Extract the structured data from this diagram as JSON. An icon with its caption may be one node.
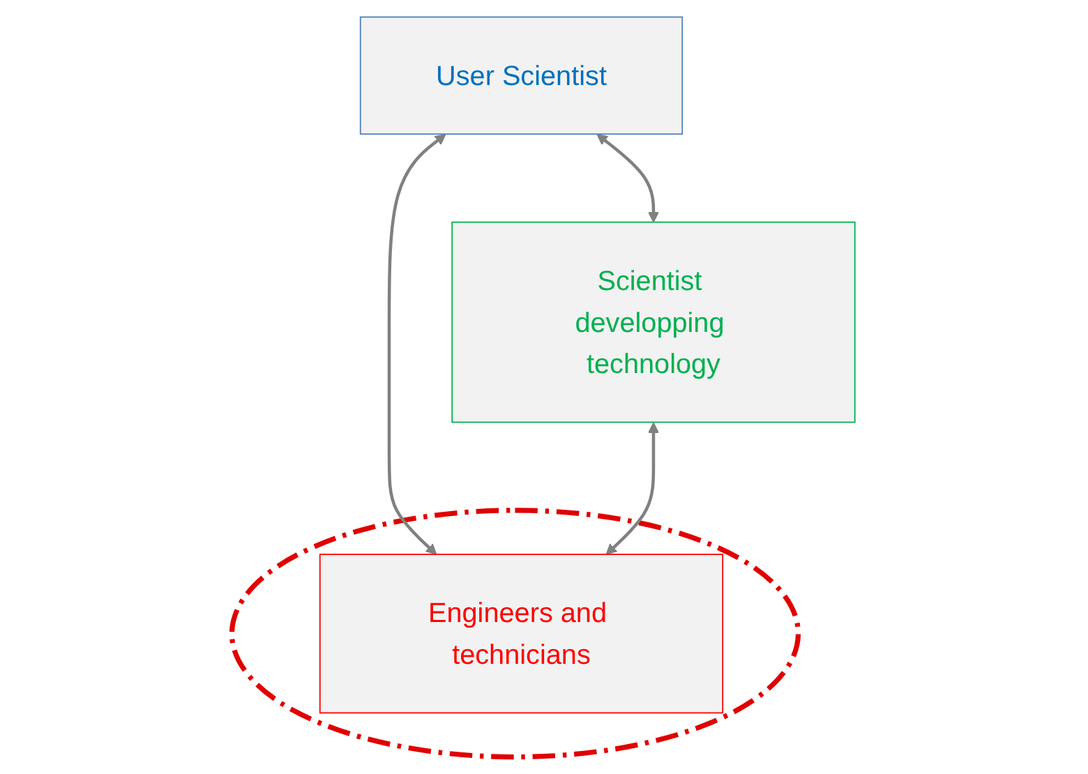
{
  "diagram": {
    "nodes": [
      {
        "text": [
          "User Scientist"
        ]
      },
      {
        "text": [
          "Scientist developping technology"
        ]
      },
      {
        "text": [],
        "shape": "ellipse"
      },
      {
        "text": [
          "Engineers and technicians"
        ],
        "in": 2
      }
    ],
    "edges": [
      {
        "from": 0,
        "to": 1,
        "arrow": "both"
      },
      {
        "from": 0,
        "to": 3,
        "arrow": "both"
      },
      {
        "from": 1,
        "to": 3,
        "arrow": "both"
      }
    ]
  }
}
